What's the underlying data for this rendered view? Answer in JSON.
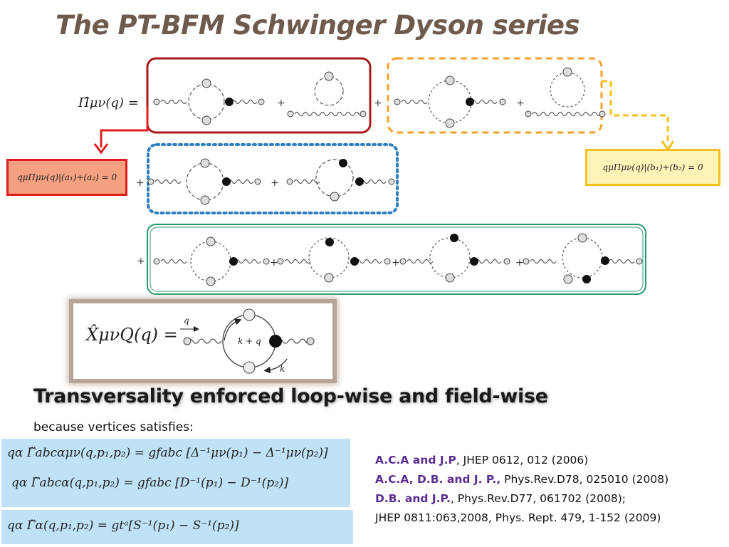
{
  "title": "The PT-BFM Schwinger Dyson series",
  "diagram": {
    "lhs": "Π̂μν(q)  =",
    "plus": "+",
    "left_condition": "qμΠμν(q)|(a₁)+(a₂) = 0",
    "right_condition": "qμΠμν(q)|(b₁)+(b₂) = 0"
  },
  "xq": {
    "formula": "X̂μνQ(q) =",
    "label_q": "q",
    "label_kq": "k + q",
    "label_k": "k"
  },
  "heading": "Transversality enforced loop-wise  and  field-wise",
  "subheading": "because vertices satisfies:",
  "equations": [
    "qα Γ̃abcαμν(q,p₁,p₂)  =  gfabc [Δ⁻¹μν(p₁) − Δ⁻¹μν(p₂)]",
    "qα Γ̃abcα(q,p₁,p₂)  =  gfabc [D⁻¹(p₁) − D⁻¹(p₂)]",
    "qα Γ̃α(q,p₁,p₂) = gtᵃ[S⁻¹(p₁) − S⁻¹(p₂)]"
  ],
  "references": [
    {
      "authors": "A.C.A and J.P",
      "rest": ", JHEP 0612, 012 (2006)"
    },
    {
      "authors": "A.C.A, D.B. and J. P.,",
      "rest": " Phys.Rev.D78, 025010 (2008)"
    },
    {
      "authors": "D.B. and J.P.",
      "rest": ", Phys.Rev.D77, 061702 (2008);"
    },
    {
      "authors": "",
      "rest": "JHEP 0811:063,2008, Phys. Rept. 479, 1-152 (2009)"
    }
  ],
  "colors": {
    "title": "#6f5b4e",
    "red_frame": "#a8191e",
    "orange_frame": "#f7a12a",
    "blue_frame": "#2f7fc1",
    "green_frame": "#2e9a6a",
    "yellow_frame": "#f2c11e",
    "equation_bg": "#bfe2f7",
    "author_text": "#5a2d91"
  }
}
